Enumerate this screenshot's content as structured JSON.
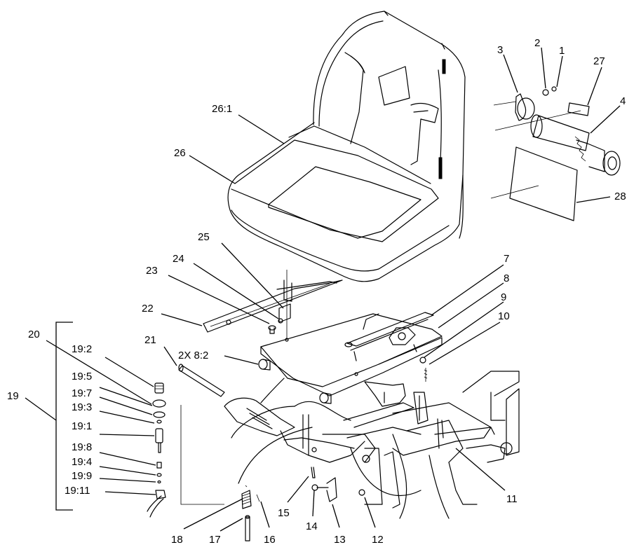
{
  "labels": {
    "l1": "1",
    "l2": "2",
    "l3": "3",
    "l4": "4",
    "l7": "7",
    "l8": "8",
    "l9": "9",
    "l10": "10",
    "l11": "11",
    "l12": "12",
    "l13": "13",
    "l14": "14",
    "l15": "15",
    "l16": "16",
    "l17": "17",
    "l18": "18",
    "l19": "19",
    "l20": "20",
    "l21": "21",
    "l22": "22",
    "l23": "23",
    "l24": "24",
    "l25": "25",
    "l26": "26",
    "l26_1": "26:1",
    "l27": "27",
    "l28": "28",
    "l8_2x": "2X 8:2",
    "l19_2": "19:2",
    "l19_5": "19:5",
    "l19_7": "19:7",
    "l19_3": "19:3",
    "l19_1": "19:1",
    "l19_8": "19:8",
    "l19_4": "19:4",
    "l19_9": "19:9",
    "l19_11": "19:11"
  }
}
